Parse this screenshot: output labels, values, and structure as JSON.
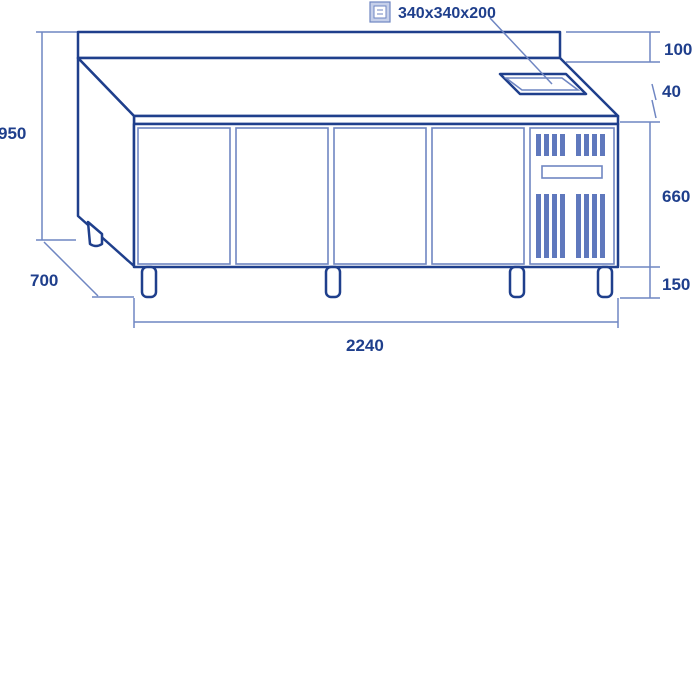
{
  "colors": {
    "outline": "#1f3f8c",
    "dimension_line": "#6f86c2",
    "grille": "#5f78bd",
    "background": "#ffffff"
  },
  "icons": {
    "gn_container": "gn-container-icon"
  },
  "annotations": {
    "gn_pan_size": "340x340x200"
  },
  "dimensions": {
    "total_height": "950",
    "depth": "700",
    "width": "2240",
    "splashback_height": "100",
    "worktop_thickness": "40",
    "cabinet_height": "660",
    "leg_height": "150"
  }
}
